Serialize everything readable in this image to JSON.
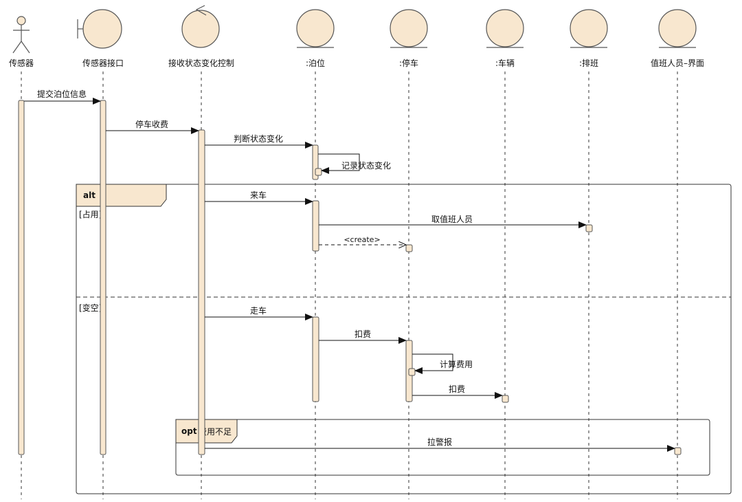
{
  "participants": [
    {
      "id": "sensor",
      "kind": "actor",
      "label": "传感器"
    },
    {
      "id": "sensor_if",
      "kind": "boundary",
      "label": "传感器接口"
    },
    {
      "id": "ctrl",
      "kind": "control",
      "label": "接收状态变化控制"
    },
    {
      "id": "berth",
      "kind": "entity",
      "label": ":泊位"
    },
    {
      "id": "parking",
      "kind": "entity",
      "label": ":停车"
    },
    {
      "id": "vehicle",
      "kind": "entity",
      "label": ":车辆"
    },
    {
      "id": "schedule",
      "kind": "entity",
      "label": ":排班"
    },
    {
      "id": "duty_ui",
      "kind": "entity",
      "label": "值班人员–界面"
    }
  ],
  "messages": [
    {
      "label": "提交泊位信息"
    },
    {
      "label": "停车收费"
    },
    {
      "label": "判断状态变化"
    },
    {
      "label": "记录状态变化"
    },
    {
      "label": "来车"
    },
    {
      "label": "取值班人员"
    },
    {
      "label": "<create>"
    },
    {
      "label": "走车"
    },
    {
      "label": "扣费"
    },
    {
      "label": "计算费用"
    },
    {
      "label": "扣费"
    },
    {
      "label": "拉警报"
    }
  ],
  "fragments": {
    "alt": {
      "operator": "alt",
      "guards": [
        "[占用]",
        "[变空]"
      ]
    },
    "opt": {
      "operator": "opt",
      "condition": "费用不足"
    }
  },
  "colors": {
    "fill": "#f8e7cf",
    "stroke": "#555555",
    "line": "#111111"
  }
}
